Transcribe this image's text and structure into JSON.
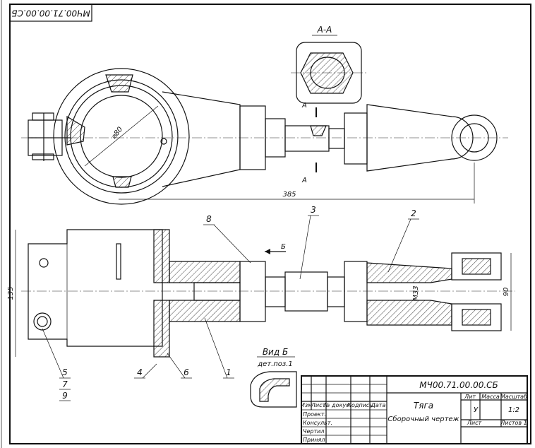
{
  "stamp": "МЧ00.71.00.00.СБ",
  "section_label": "А-А",
  "section_marks": [
    "А",
    "А"
  ],
  "view_arrow_label": "Б",
  "dimensions": {
    "diameter": "⌀80",
    "length": "385",
    "height_left": "135",
    "height_right": "90",
    "thread": "М33"
  },
  "part_numbers": [
    "8",
    "3",
    "2",
    "4",
    "6",
    "1",
    "5",
    "7",
    "9"
  ],
  "view_b": {
    "title": "Вид Б",
    "subtitle": "дет.поз.1"
  },
  "title_block": {
    "designation": "МЧ00.71.00.00.СБ",
    "name": "Тяга",
    "doc_type": "Сборочный чертеж",
    "headers": [
      "Изм",
      "Лист",
      "№ докум.",
      "Подпись",
      "Дата"
    ],
    "rows": [
      "Проект.",
      "Консульт.",
      "Чертил",
      "Принял"
    ],
    "col_lit": "Лит",
    "col_mass": "Масса",
    "col_scale": "Масштаб",
    "lit_value": "У",
    "scale_value": "1:2",
    "sheet_label": "Лист",
    "sheets_label": "Листов 1"
  }
}
